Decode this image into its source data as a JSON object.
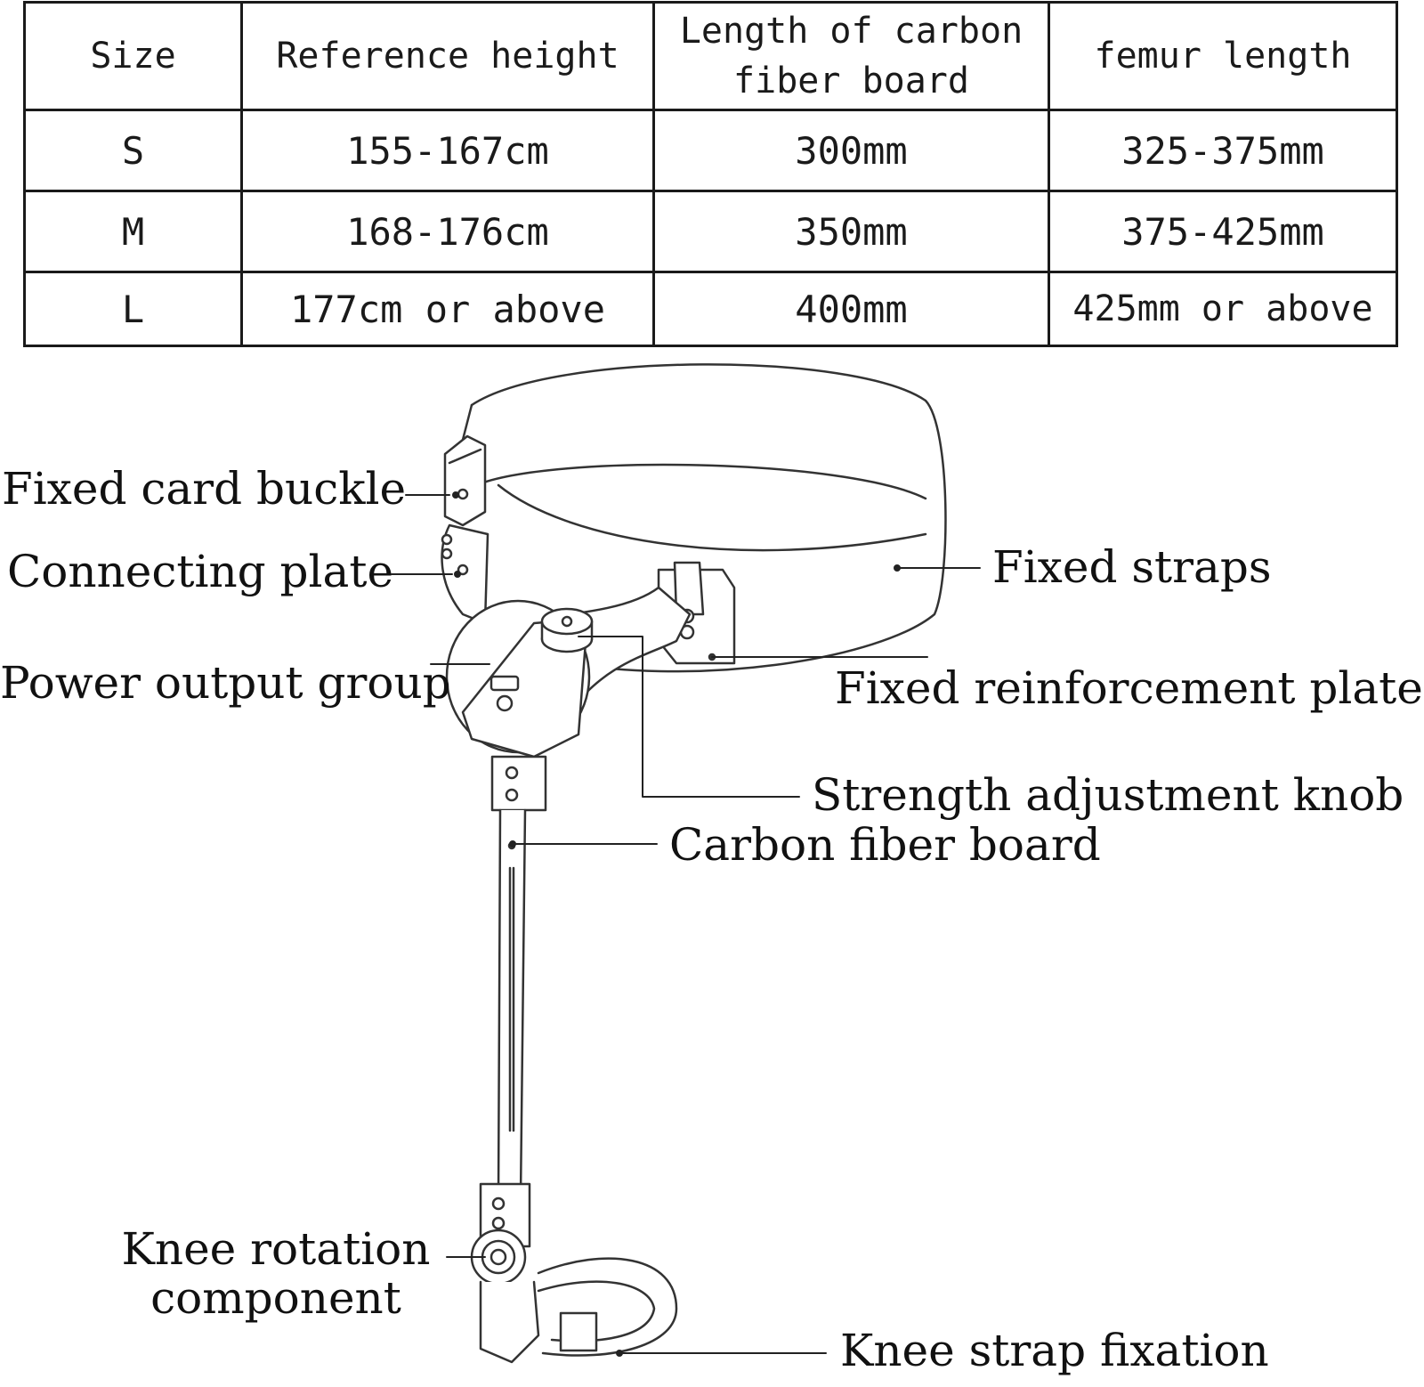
{
  "size_table": {
    "headers": [
      "Size",
      "Reference height",
      "Length of carbon fiber board",
      "femur length"
    ],
    "rows": [
      [
        "S",
        "155-167cm",
        "300mm",
        "325-375mm"
      ],
      [
        "M",
        "168-176cm",
        "350mm",
        "375-425mm"
      ],
      [
        "L",
        "177cm or above",
        "400mm",
        "425mm or above"
      ]
    ]
  },
  "callouts": {
    "fixed_card_buckle": "Fixed card buckle",
    "connecting_plate": "Connecting plate",
    "power_output_group": "Power output group",
    "fixed_straps": "Fixed straps",
    "fixed_reinforcement_plate": "Fixed reinforcement plate",
    "strength_adjustment_knob": "Strength adjustment knob",
    "carbon_fiber_board": "Carbon fiber board",
    "knee_rotation_line1": "Knee rotation",
    "knee_rotation_line2": "component",
    "knee_strap_fixation": "Knee strap fixation"
  }
}
